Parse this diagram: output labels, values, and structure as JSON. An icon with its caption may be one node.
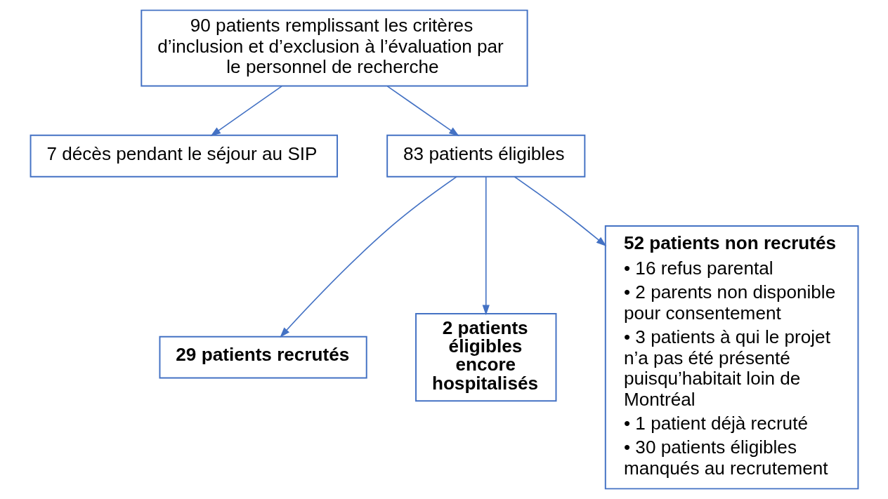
{
  "diagram": {
    "nodes": [
      {
        "text": [
          "90 patients remplissant les critères d’inclusion et d’exclusion à l’évaluation par le personnel de recherche"
        ]
      },
      {
        "text": [
          "7 décès pendant le séjour au SIP"
        ]
      },
      {
        "text": [
          "83 patients éligibles"
        ]
      },
      {
        "text": [
          "29 patients recrutés"
        ]
      },
      {
        "text": [
          "2 patients éligibles encore hospitalisés"
        ]
      },
      {
        "text": [
          "52 patients non recrutés",
          "• 16 refus parental",
          "• 2 parents non disponible pour consentement",
          "• 3 patients à qui le projet n’a pas été présenté puisqu’habitait loin de Montréal",
          "• 1 patient déjà recruté",
          "• 30 patients éligibles manqués au recrutement"
        ]
      }
    ],
    "edges": [
      {
        "from": 0,
        "to": 1,
        "arrow": "to"
      },
      {
        "from": 0,
        "to": 2,
        "arrow": "to"
      },
      {
        "from": 2,
        "to": 3,
        "arrow": "to"
      },
      {
        "from": 2,
        "to": 4,
        "arrow": "to"
      },
      {
        "from": 2,
        "to": 5,
        "arrow": "to"
      }
    ]
  }
}
